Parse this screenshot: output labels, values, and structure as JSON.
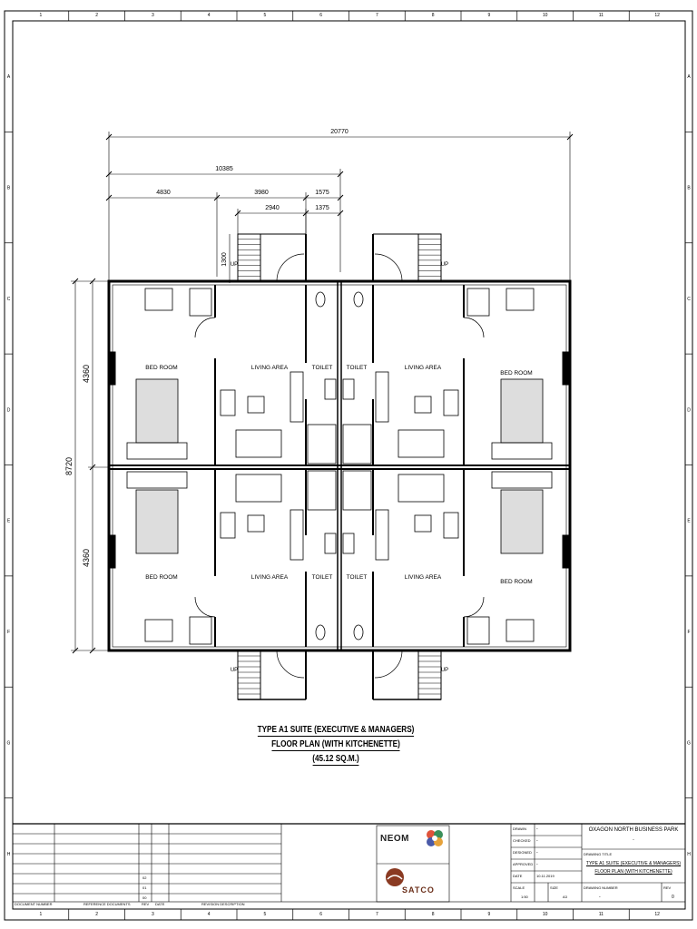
{
  "sheet": {
    "grid_columns": [
      "1",
      "2",
      "3",
      "4",
      "5",
      "6",
      "7",
      "8",
      "9",
      "10",
      "11",
      "12"
    ],
    "grid_rows": [
      "A",
      "B",
      "C",
      "D",
      "E",
      "F",
      "G",
      "H"
    ]
  },
  "dimensions": {
    "overall": "20770",
    "half": "10385",
    "seg1": "4830",
    "seg2": "3980",
    "seg3": "1575",
    "seg4": "2940",
    "seg5": "1375",
    "stair": "1300",
    "height_total": "8720",
    "height_top": "4360",
    "height_bottom": "4360"
  },
  "rooms": {
    "bedroom": "BED ROOM",
    "living": "LIVING AREA",
    "toilet": "TOILET",
    "up": "UP"
  },
  "title": {
    "line1": "TYPE A1 SUITE (EXECUTIVE & MANAGERS)",
    "line2": "FLOOR PLAN (WITH KITCHENETTE)",
    "line3": "(45.12 SQ.M.)"
  },
  "revision_table": {
    "headers": [
      "DOCUMENT NUMBER",
      "REFERENCE DOCUMENTS",
      "REV",
      "DATE",
      "REVISION DESCRIPTION"
    ],
    "rev_values": [
      "02",
      "01",
      "00"
    ]
  },
  "logos": {
    "neom": "NEOM",
    "satco": "SATCO"
  },
  "info": {
    "drawn_label": "DRAWN",
    "checked_label": "CHECKED",
    "designed_label": "DESIGNED",
    "approved_label": "APPROVED",
    "date_label": "DATE",
    "date_value": "10.11.2019",
    "scale_label": "SCALE",
    "scale_value": "1:50",
    "size_label": "SIZE",
    "size_value": "A3",
    "project": "OXAGON NORTH BUSINESS PARK",
    "project_sub": "-",
    "drawing_title_label": "DRAWING TITLE",
    "drawing_title_1": "TYPE A1 SUITE (EXECUTIVE & MANAGERS)",
    "drawing_title_2": "FLOOR PLAN (WITH KITCHENETTE)",
    "drawing_number_label": "DRAWING NUMBER",
    "drawing_number": "-",
    "rev_label": "REV",
    "rev_value": "0",
    "dash": "-"
  }
}
